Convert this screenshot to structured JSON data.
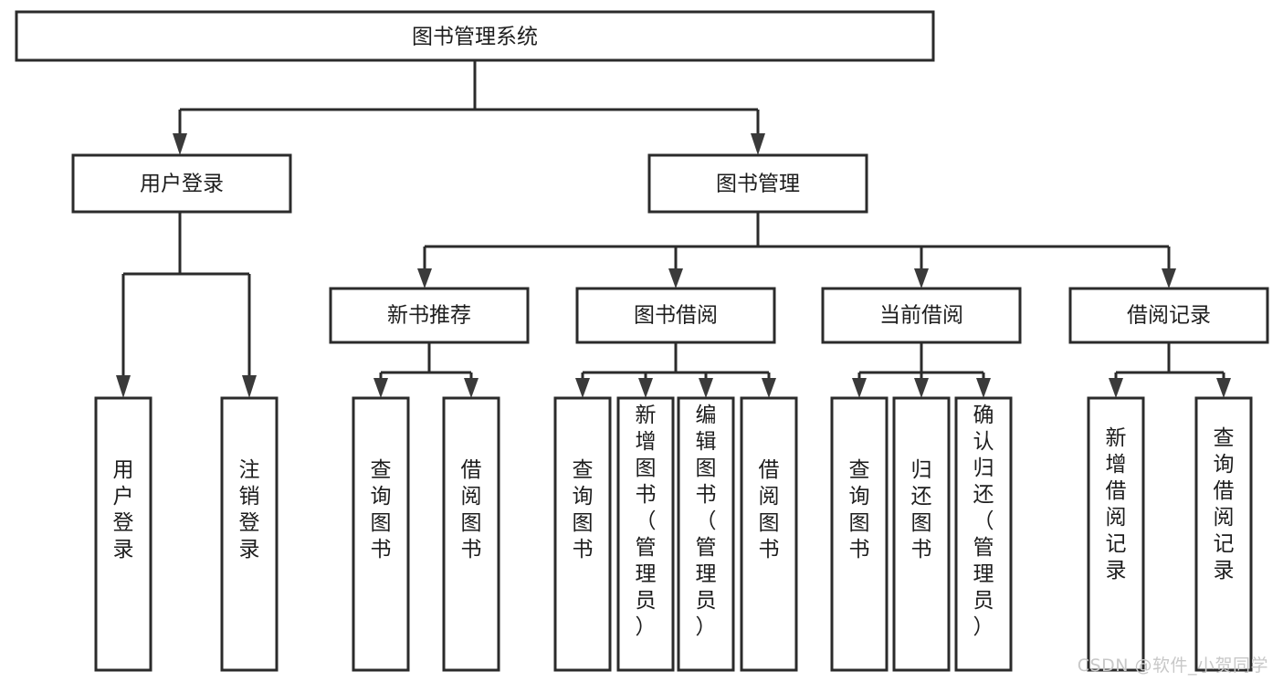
{
  "diagram": {
    "type": "hierarchy-tree",
    "title": "图书管理系统",
    "root": {
      "id": "root",
      "label": "图书管理系统",
      "orientation": "horizontal"
    },
    "level2": [
      {
        "id": "user-login",
        "label": "用户登录",
        "orientation": "horizontal"
      },
      {
        "id": "book-management",
        "label": "图书管理",
        "orientation": "horizontal"
      }
    ],
    "level3": [
      {
        "id": "new-book-recommend",
        "label": "新书推荐",
        "parent": "book-management",
        "orientation": "horizontal"
      },
      {
        "id": "book-borrow",
        "label": "图书借阅",
        "parent": "book-management",
        "orientation": "horizontal"
      },
      {
        "id": "current-borrow",
        "label": "当前借阅",
        "parent": "book-management",
        "orientation": "horizontal"
      },
      {
        "id": "borrow-record",
        "label": "借阅记录",
        "parent": "book-management",
        "orientation": "horizontal"
      }
    ],
    "leaves": [
      {
        "id": "leaf-user-login",
        "label": "用户登录",
        "parent": "user-login",
        "orientation": "vertical"
      },
      {
        "id": "leaf-user-logout",
        "label": "注销登录",
        "parent": "user-login",
        "orientation": "vertical"
      },
      {
        "id": "leaf-query-book-1",
        "label": "查询图书",
        "parent": "new-book-recommend",
        "orientation": "vertical"
      },
      {
        "id": "leaf-borrow-book-1",
        "label": "借阅图书",
        "parent": "new-book-recommend",
        "orientation": "vertical"
      },
      {
        "id": "leaf-query-book-2",
        "label": "查询图书",
        "parent": "book-borrow",
        "orientation": "vertical"
      },
      {
        "id": "leaf-add-book",
        "label": "新增图书（管理员）",
        "parent": "book-borrow",
        "orientation": "vertical"
      },
      {
        "id": "leaf-edit-book",
        "label": "编辑图书（管理员）",
        "parent": "book-borrow",
        "orientation": "vertical"
      },
      {
        "id": "leaf-borrow-book-2",
        "label": "借阅图书",
        "parent": "book-borrow",
        "orientation": "vertical"
      },
      {
        "id": "leaf-query-book-3",
        "label": "查询图书",
        "parent": "current-borrow",
        "orientation": "vertical"
      },
      {
        "id": "leaf-return-book",
        "label": "归还图书",
        "parent": "current-borrow",
        "orientation": "vertical"
      },
      {
        "id": "leaf-confirm-return",
        "label": "确认归还（管理员）",
        "parent": "current-borrow",
        "orientation": "vertical"
      },
      {
        "id": "leaf-add-record",
        "label": "新增借阅记录",
        "parent": "borrow-record",
        "orientation": "vertical"
      },
      {
        "id": "leaf-query-record",
        "label": "查询借阅记录",
        "parent": "borrow-record",
        "orientation": "vertical"
      }
    ],
    "colors": {
      "box_fill": "#ffffff",
      "box_stroke": "#2b2b2b",
      "text": "#1d1d1d",
      "background": "#ffffff",
      "watermark": "#c8c8c8"
    }
  },
  "watermark": {
    "text": "CSDN @软件_小贺同学"
  }
}
